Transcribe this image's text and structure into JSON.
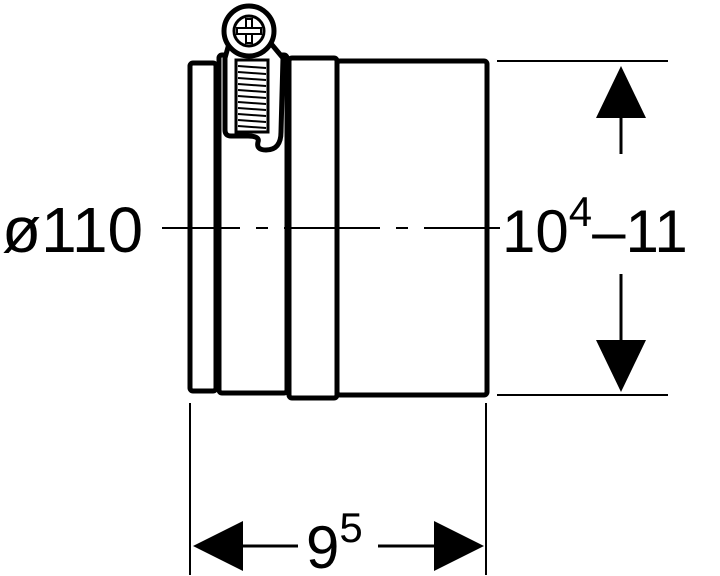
{
  "diagram": {
    "diameter_label": "ø110",
    "height_label": {
      "base": "10",
      "sup": "4",
      "dash": "–",
      "tail": "11"
    },
    "width_label": {
      "base": "9",
      "sup": "5"
    }
  },
  "colors": {
    "line": "#000000",
    "background": "#ffffff"
  },
  "icons": {
    "screw": "phillips-screw-icon"
  }
}
